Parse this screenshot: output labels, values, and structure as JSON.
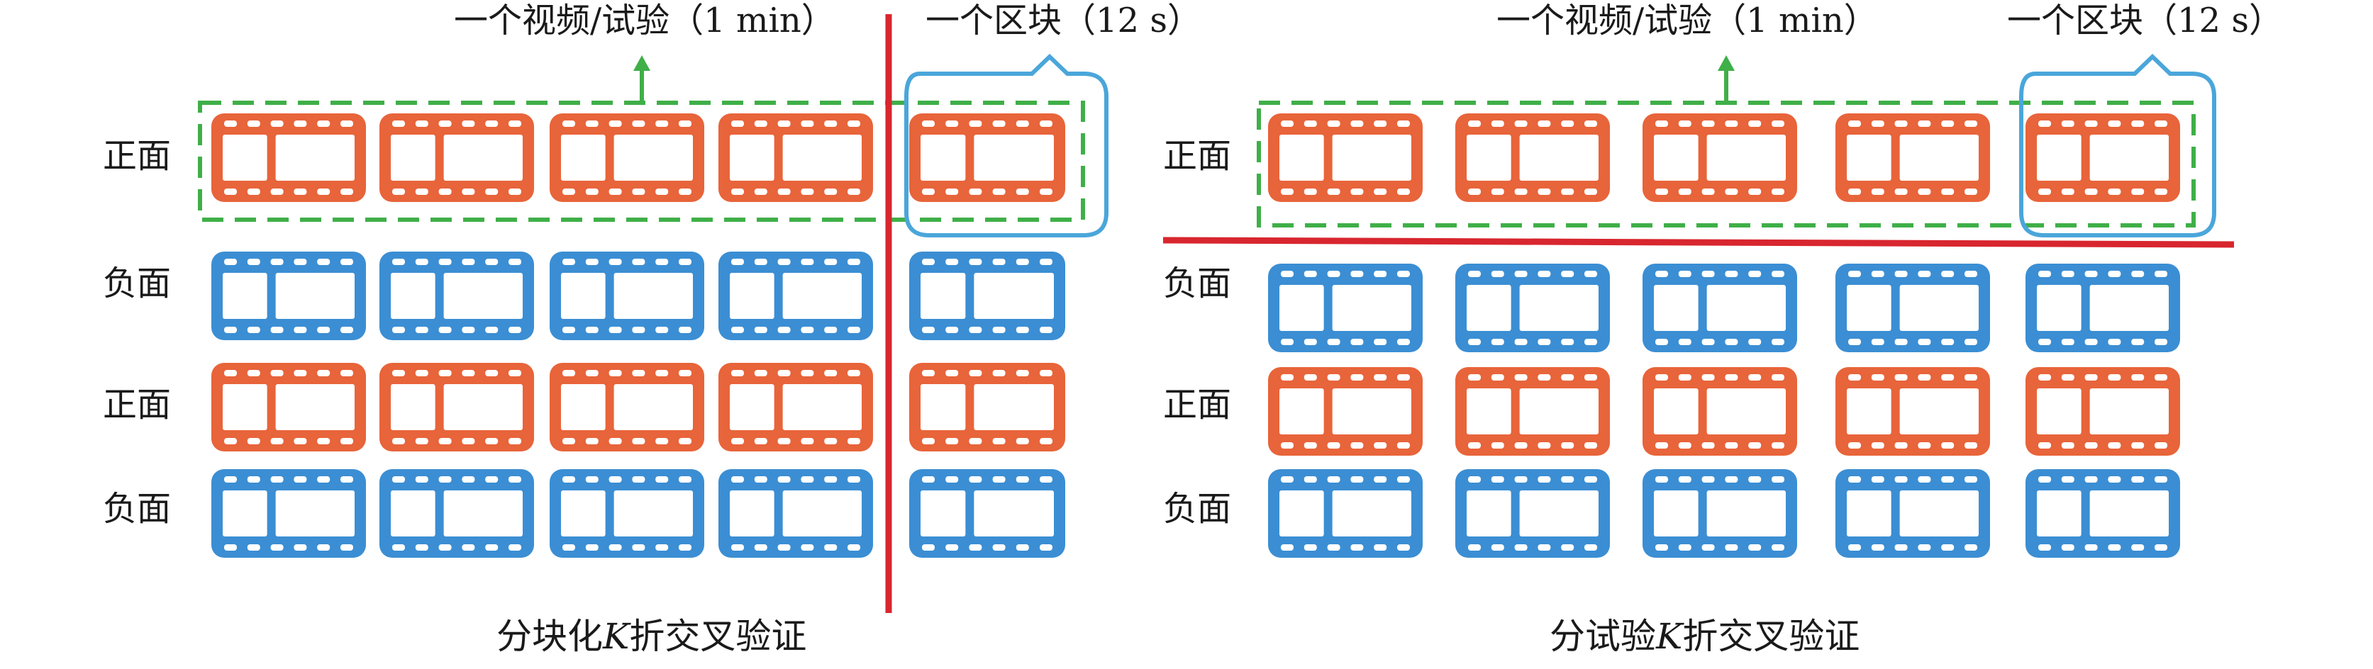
{
  "colors": {
    "positive": "#E8643A",
    "negative": "#3B8ED3",
    "trial_box": "#3FAF48",
    "block_box": "#4AA6DA",
    "split_line": "#D8262F",
    "hole": "#ffffff",
    "text": "#1a1a1a"
  },
  "icons": {
    "clip": "film-strip-icon",
    "arrow": "arrow-up-icon"
  },
  "panels": [
    {
      "id": "block",
      "title_pre": "分块化",
      "title_k": "K",
      "title_post": "折交叉验证",
      "header_trial": "一个视频/试验（1 min）",
      "header_block": "一个区块（12 s）",
      "rows": [
        "正面",
        "负面",
        "正面",
        "负面"
      ]
    },
    {
      "id": "trial",
      "title_pre": "分试验",
      "title_k": "K",
      "title_post": "折交叉验证",
      "header_trial": "一个视频/试验（1 min）",
      "header_block": "一个区块（12 s）",
      "rows": [
        "正面",
        "负面",
        "正面",
        "负面"
      ]
    }
  ]
}
